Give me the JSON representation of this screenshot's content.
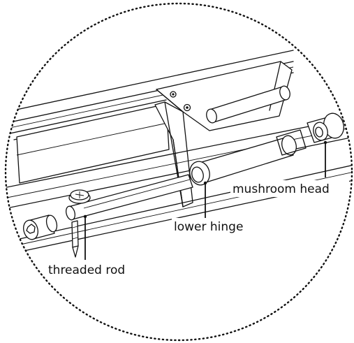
{
  "diagram": {
    "callouts": {
      "mushroom_head": "mushroom head",
      "lower_hinge": "lower hinge",
      "threaded_rod": "threaded rod"
    }
  }
}
